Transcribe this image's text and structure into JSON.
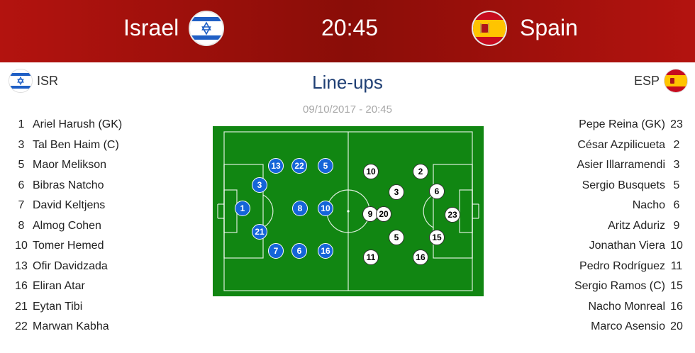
{
  "header": {
    "home_team": "Israel",
    "away_team": "Spain",
    "kickoff_time": "20:45",
    "home_flag_icon": "israel-flag-icon",
    "away_flag_icon": "spain-flag-icon"
  },
  "title": "Line-ups",
  "date": "09/10/2017 - 20:45",
  "home": {
    "code": "ISR",
    "players": [
      {
        "number": "1",
        "name": "Ariel Harush (GK)"
      },
      {
        "number": "3",
        "name": "Tal Ben Haim (C)"
      },
      {
        "number": "5",
        "name": "Maor Melikson"
      },
      {
        "number": "6",
        "name": "Bibras Natcho"
      },
      {
        "number": "7",
        "name": "David Keltjens"
      },
      {
        "number": "8",
        "name": "Almog Cohen"
      },
      {
        "number": "10",
        "name": "Tomer Hemed"
      },
      {
        "number": "13",
        "name": "Ofir Davidzada"
      },
      {
        "number": "16",
        "name": "Eliran Atar"
      },
      {
        "number": "21",
        "name": "Eytan Tibi"
      },
      {
        "number": "22",
        "name": "Marwan Kabha"
      }
    ]
  },
  "away": {
    "code": "ESP",
    "players": [
      {
        "number": "23",
        "name": "Pepe Reina (GK)"
      },
      {
        "number": "2",
        "name": "César Azpilicueta"
      },
      {
        "number": "3",
        "name": "Asier Illarramendi"
      },
      {
        "number": "5",
        "name": "Sergio Busquets"
      },
      {
        "number": "6",
        "name": "Nacho"
      },
      {
        "number": "9",
        "name": "Aritz Aduriz"
      },
      {
        "number": "10",
        "name": "Jonathan Viera"
      },
      {
        "number": "11",
        "name": "Pedro Rodríguez"
      },
      {
        "number": "15",
        "name": "Sergio Ramos (C)"
      },
      {
        "number": "16",
        "name": "Nacho Monreal"
      },
      {
        "number": "20",
        "name": "Marco Asensio"
      }
    ]
  },
  "pitch": {
    "home_markers": [
      "1",
      "3",
      "21",
      "13",
      "22",
      "5",
      "8",
      "10",
      "7",
      "6",
      "16"
    ],
    "away_markers": [
      "23",
      "6",
      "15",
      "2",
      "16",
      "3",
      "5",
      "10",
      "9",
      "20",
      "11"
    ]
  },
  "colors": {
    "header_red": "#a3110c",
    "title_blue": "#1f3f74",
    "pitch_green": "#118612",
    "home_marker": "#1565d8",
    "away_marker": "#ffffff"
  }
}
